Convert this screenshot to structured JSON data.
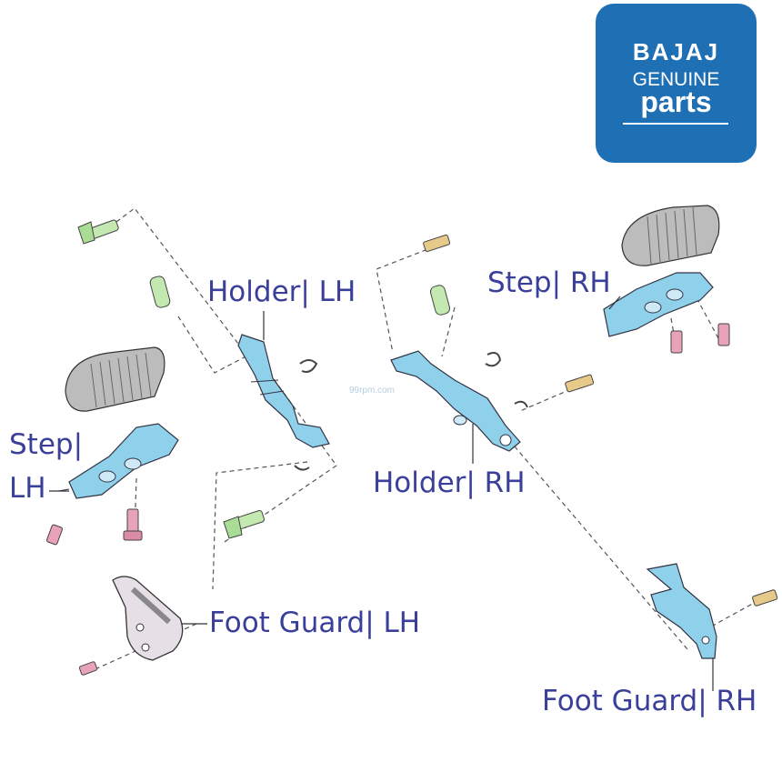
{
  "logo": {
    "brand": "BAJAJ",
    "line2": "GENUINE",
    "line3": "parts",
    "color": "#1f6fb5"
  },
  "watermark": "99rpm.com",
  "labels": {
    "holder_lh": "Holder| LH",
    "step_rh": "Step| RH",
    "step_lh_1": "Step|",
    "step_lh_2": "LH",
    "holder_rh": "Holder| RH",
    "foot_guard_lh": "Foot Guard| LH",
    "foot_guard_rh": "Foot Guard| RH"
  },
  "colors": {
    "part_blue": "#8fd0ea",
    "rubber_grey": "#bcbcbc",
    "bolt_pink": "#e8a3b8",
    "bolt_green": "#c3e9b0",
    "bolt_gold": "#e7c98a",
    "guard_lh": "#e6dfe6",
    "label_text": "#3a3f9a"
  }
}
